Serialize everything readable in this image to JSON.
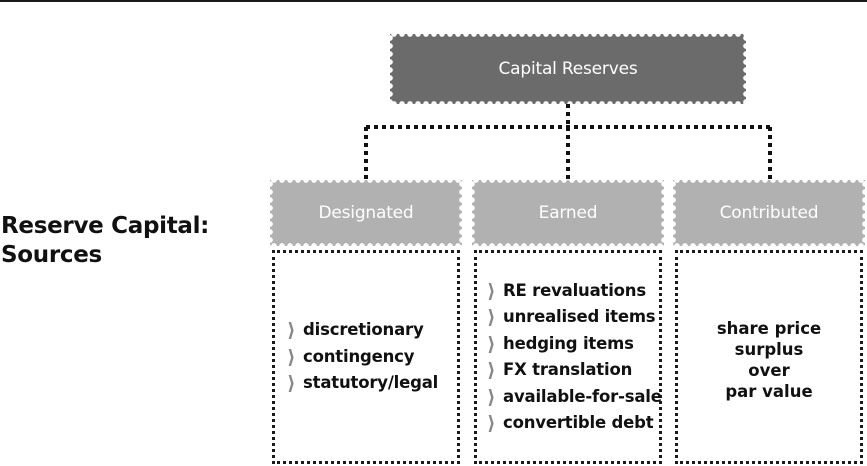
{
  "side_title": {
    "line1": "Reserve Capital:",
    "line2": "Sources"
  },
  "root": {
    "label": "Capital Reserves",
    "color": "#6b6b6b"
  },
  "categories": [
    {
      "label": "Designated",
      "color": "#b1b1b1"
    },
    {
      "label": "Earned",
      "color": "#b1b1b1"
    },
    {
      "label": "Contributed",
      "color": "#b1b1b1"
    }
  ],
  "designated_items": [
    "discretionary",
    "contingency",
    "statutory/legal"
  ],
  "earned_items": [
    "RE revaluations",
    "unrealised items",
    "hedging items",
    "FX translation",
    "available-for-sale",
    "convertible debt"
  ],
  "contributed_note": [
    "share price",
    "surplus",
    "over",
    "par value"
  ],
  "bullet_icon": "chevron-right-icon"
}
